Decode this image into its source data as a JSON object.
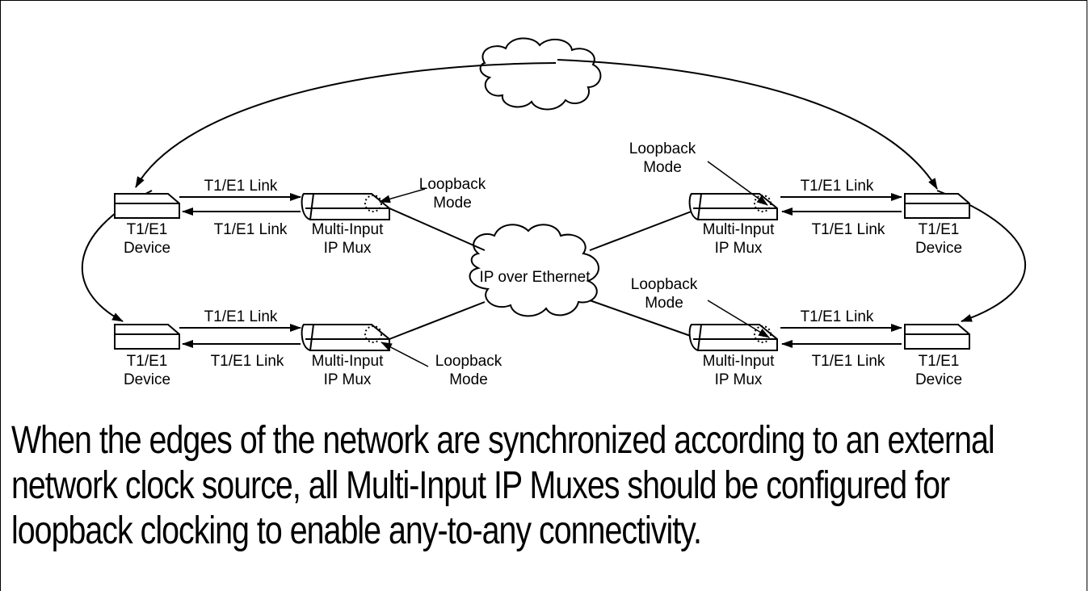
{
  "diagram": {
    "devices": [
      {
        "id": "dev-tl",
        "line1": "T1/E1",
        "line2": "Device"
      },
      {
        "id": "dev-bl",
        "line1": "T1/E1",
        "line2": "Device"
      },
      {
        "id": "dev-tr",
        "line1": "T1/E1",
        "line2": "Device"
      },
      {
        "id": "dev-br",
        "line1": "T1/E1",
        "line2": "Device"
      }
    ],
    "muxes": [
      {
        "id": "mux-tl",
        "line1": "Multi-Input",
        "line2": "IP Mux"
      },
      {
        "id": "mux-bl",
        "line1": "Multi-Input",
        "line2": "IP Mux"
      },
      {
        "id": "mux-tr",
        "line1": "Multi-Input",
        "line2": "IP Mux"
      },
      {
        "id": "mux-br",
        "line1": "Multi-Input",
        "line2": "IP Mux"
      }
    ],
    "link_label": "T1/E1 Link",
    "loopback": {
      "line1": "Loopback",
      "line2": "Mode"
    },
    "center_cloud_label": "IP over Ethernet"
  },
  "caption": "When the edges of the network are synchronized according to an external network clock source, all Multi-Input IP Muxes should be configured for loopback clocking to enable any-to-any connectivity."
}
